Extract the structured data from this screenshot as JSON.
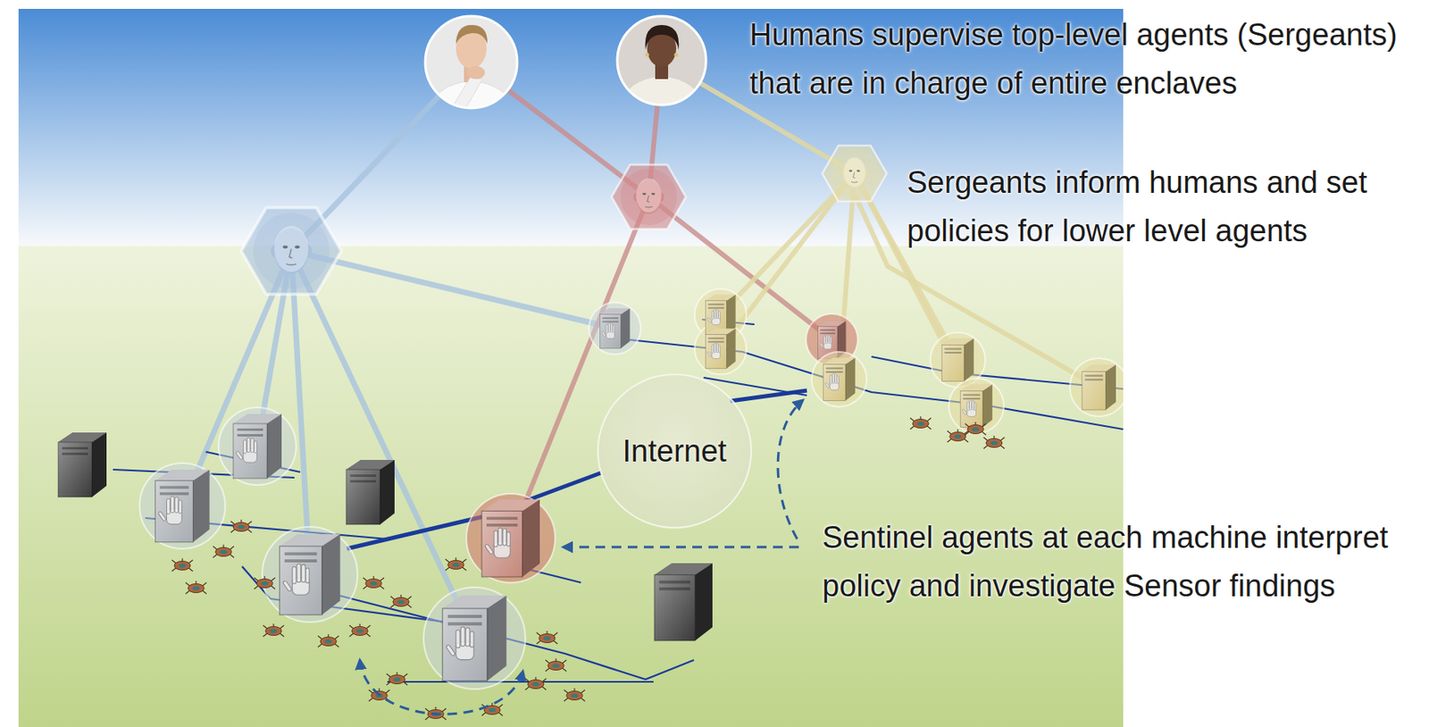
{
  "diagram": {
    "nodes": [
      {
        "text": [
          "Internet"
        ]
      }
    ],
    "labels": [
      "Humans supervise top-level agents (Sergeants) that are in charge of entire enclaves",
      "Sergeants inform humans and set policies for lower level agents",
      "Sentinel agents at each machine interpret policy and investigate Sensor findings"
    ]
  }
}
